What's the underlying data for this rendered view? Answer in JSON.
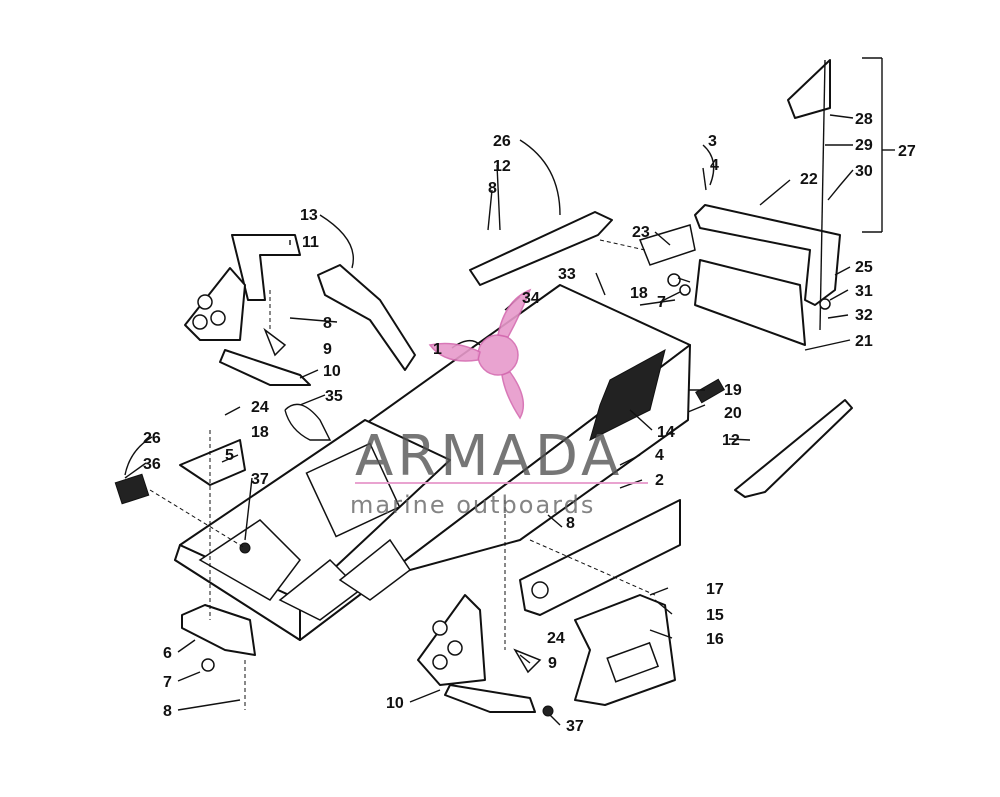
{
  "callouts": {
    "c1": "1",
    "c2": "2",
    "c3": "3",
    "c4a": "4",
    "c4b": "4",
    "c5": "5",
    "c6": "6",
    "c7a": "7",
    "c7b": "7",
    "c8a": "8",
    "c8b": "8",
    "c8c": "8",
    "c8d": "8",
    "c9a": "9",
    "c9b": "9",
    "c10a": "10",
    "c10b": "10",
    "c11": "11",
    "c12a": "12",
    "c12b": "12",
    "c13": "13",
    "c14": "14",
    "c15": "15",
    "c16": "16",
    "c17": "17",
    "c18a": "18",
    "c18b": "18",
    "c19": "19",
    "c20": "20",
    "c21": "21",
    "c22": "22",
    "c23": "23",
    "c24a": "24",
    "c24b": "24",
    "c25": "25",
    "c26a": "26",
    "c26b": "26",
    "c27": "27",
    "c28": "28",
    "c29": "29",
    "c30": "30",
    "c31": "31",
    "c32": "32",
    "c33": "33",
    "c34": "34",
    "c35": "35",
    "c36": "36",
    "c37a": "37",
    "c37b": "37"
  },
  "watermark": {
    "brand": "ARMADA",
    "tagline": "marine outboards",
    "accent_color": "#e79acb"
  }
}
